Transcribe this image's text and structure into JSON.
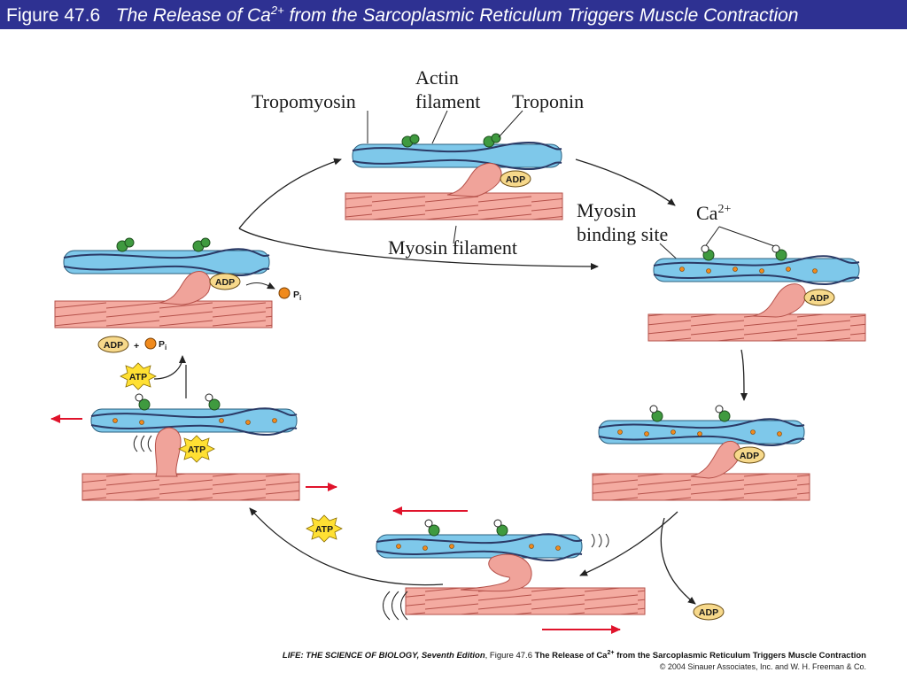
{
  "header": {
    "figure_number": "Figure 47.6",
    "title_before_ion": "The Release of Ca",
    "title_ion_charge": "2+",
    "title_after_ion": " from the Sarcoplasmic Reticulum Triggers Muscle Contraction"
  },
  "labels": {
    "tropomyosin": "Tropomyosin",
    "actin_line1": "Actin",
    "actin_line2": "filament",
    "troponin": "Troponin",
    "myosin_filament": "Myosin filament",
    "myosin_binding_line1": "Myosin",
    "myosin_binding_line2": "binding site",
    "calcium": "Ca",
    "calcium_charge": "2+"
  },
  "molecules": {
    "adp": "ADP",
    "atp": "ATP",
    "plus": "+",
    "phosphate": "P",
    "phosphate_sub": "i"
  },
  "footer": {
    "book_title": "LIFE: THE SCIENCE OF BIOLOGY, Seventh Edition",
    "caption_prefix": ", Figure 47.6 ",
    "caption_before_ion": "The Release of Ca",
    "caption_ion_charge": "2+",
    "caption_after_ion": " from the Sarcoplasmic Reticulum Triggers Muscle Contraction",
    "copyright": "© 2004 Sinauer Associates, Inc. and W. H. Freeman & Co."
  },
  "colors": {
    "title_bar": "#2e3192",
    "actin_bead": "#7ec8ea",
    "myosin": "#f0a39a",
    "troponin": "#3f9a3f",
    "adp_badge": "#f7d98b",
    "atp_burst": "#ffe033",
    "movement_arrow": "#e0132b",
    "calcium_site": "#f08a1c"
  }
}
